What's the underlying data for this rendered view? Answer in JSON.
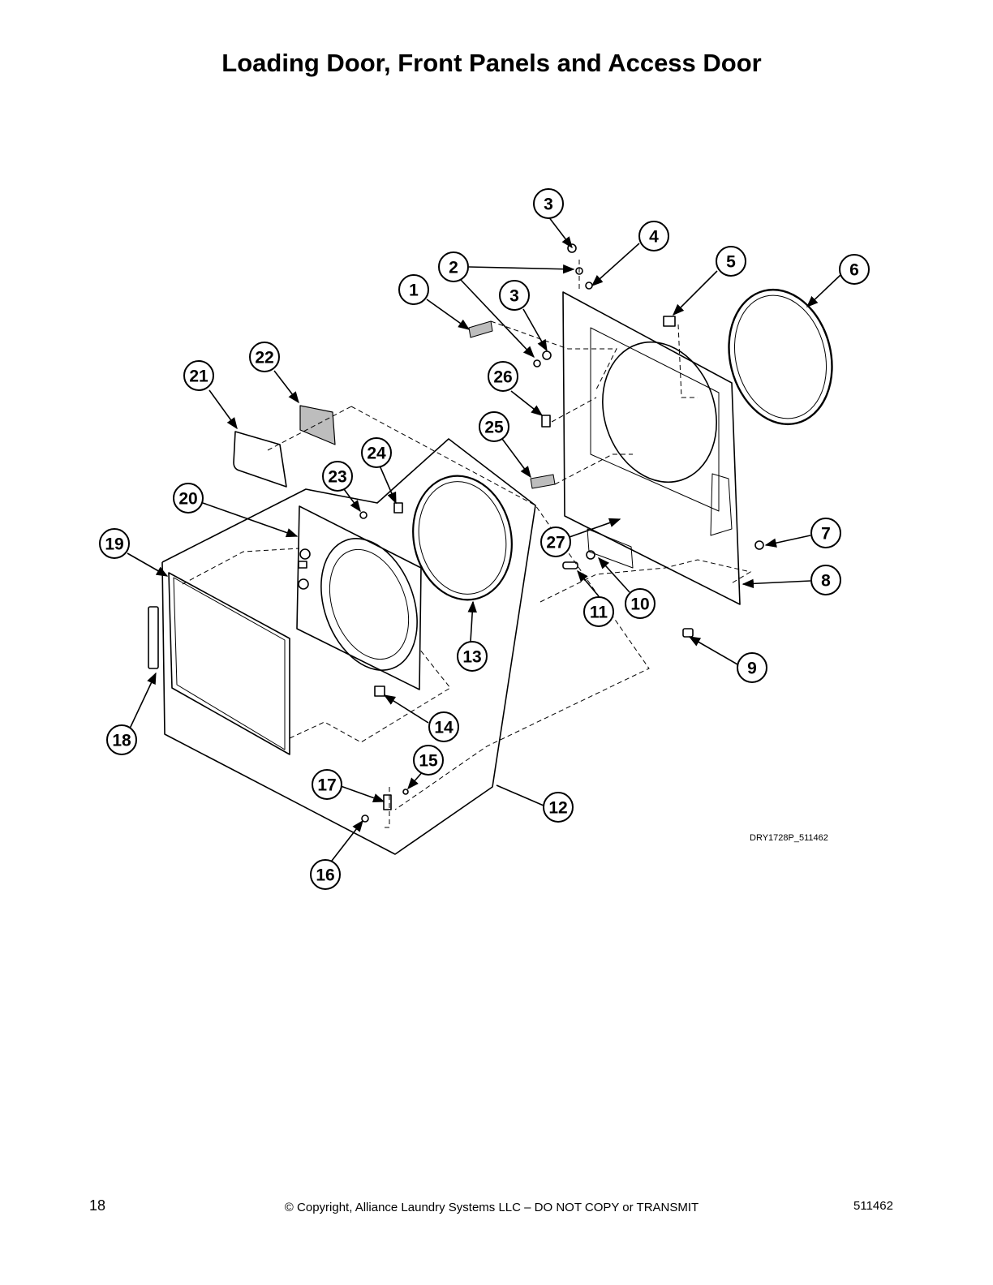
{
  "title": "Loading Door, Front Panels and Access Door",
  "drawing_id": "DRY1728P_511462",
  "callouts": [
    {
      "id": "c1",
      "label": "1"
    },
    {
      "id": "c2",
      "label": "2"
    },
    {
      "id": "c3a",
      "label": "3"
    },
    {
      "id": "c3b",
      "label": "3"
    },
    {
      "id": "c4",
      "label": "4"
    },
    {
      "id": "c5",
      "label": "5"
    },
    {
      "id": "c6",
      "label": "6"
    },
    {
      "id": "c7",
      "label": "7"
    },
    {
      "id": "c8",
      "label": "8"
    },
    {
      "id": "c9",
      "label": "9"
    },
    {
      "id": "c10",
      "label": "10"
    },
    {
      "id": "c11",
      "label": "11"
    },
    {
      "id": "c12",
      "label": "12"
    },
    {
      "id": "c13",
      "label": "13"
    },
    {
      "id": "c14",
      "label": "14"
    },
    {
      "id": "c15",
      "label": "15"
    },
    {
      "id": "c16",
      "label": "16"
    },
    {
      "id": "c17",
      "label": "17"
    },
    {
      "id": "c18",
      "label": "18"
    },
    {
      "id": "c19",
      "label": "19"
    },
    {
      "id": "c20",
      "label": "20"
    },
    {
      "id": "c21",
      "label": "21"
    },
    {
      "id": "c22",
      "label": "22"
    },
    {
      "id": "c23",
      "label": "23"
    },
    {
      "id": "c24",
      "label": "24"
    },
    {
      "id": "c25",
      "label": "25"
    },
    {
      "id": "c26",
      "label": "26"
    },
    {
      "id": "c27",
      "label": "27"
    }
  ],
  "footer": {
    "page_number": "18",
    "copyright": "© Copyright, Alliance Laundry Systems LLC – DO NOT COPY or TRANSMIT",
    "doc_number": "511462"
  }
}
